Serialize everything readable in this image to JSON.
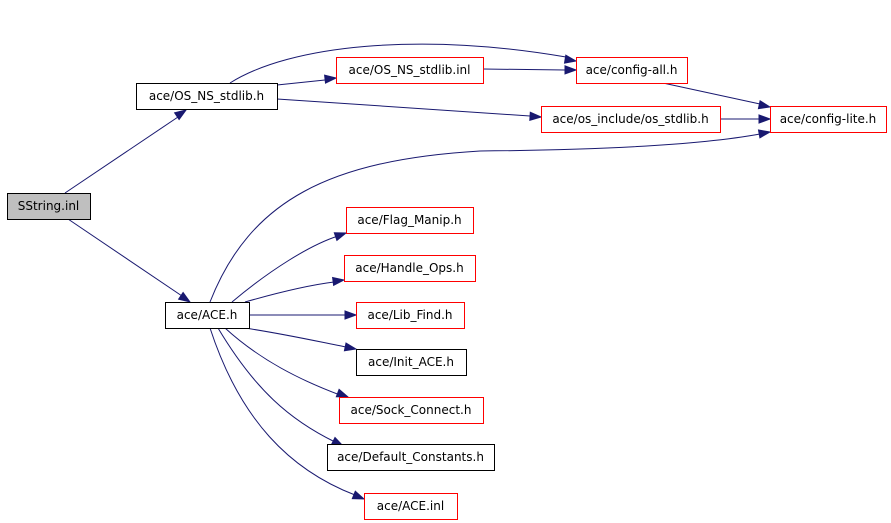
{
  "colors": {
    "edge": "#191970",
    "border_external": "#ff0000",
    "border_internal": "#000000",
    "fill_root": "#bfbfbf",
    "fill_default": "#ffffff"
  },
  "nodes": {
    "sstring_inl": {
      "label": "SString.inl",
      "style": "root"
    },
    "os_ns_stdlib_h": {
      "label": "ace/OS_NS_stdlib.h",
      "style": "internal"
    },
    "os_ns_stdlib_inl": {
      "label": "ace/OS_NS_stdlib.inl",
      "style": "external"
    },
    "config_all_h": {
      "label": "ace/config-all.h",
      "style": "external"
    },
    "os_include_os_stdlib_h": {
      "label": "ace/os_include/os_stdlib.h",
      "style": "external"
    },
    "config_lite_h": {
      "label": "ace/config-lite.h",
      "style": "external"
    },
    "ace_h": {
      "label": "ace/ACE.h",
      "style": "internal"
    },
    "flag_manip_h": {
      "label": "ace/Flag_Manip.h",
      "style": "external"
    },
    "handle_ops_h": {
      "label": "ace/Handle_Ops.h",
      "style": "external"
    },
    "lib_find_h": {
      "label": "ace/Lib_Find.h",
      "style": "external"
    },
    "init_ace_h": {
      "label": "ace/Init_ACE.h",
      "style": "internal"
    },
    "sock_connect_h": {
      "label": "ace/Sock_Connect.h",
      "style": "external"
    },
    "default_constants_h": {
      "label": "ace/Default_Constants.h",
      "style": "internal"
    },
    "ace_inl": {
      "label": "ace/ACE.inl",
      "style": "external"
    }
  },
  "edges": [
    {
      "from": "sstring_inl",
      "to": "os_ns_stdlib_h"
    },
    {
      "from": "sstring_inl",
      "to": "ace_h"
    },
    {
      "from": "os_ns_stdlib_h",
      "to": "os_ns_stdlib_inl"
    },
    {
      "from": "os_ns_stdlib_h",
      "to": "config_all_h"
    },
    {
      "from": "os_ns_stdlib_h",
      "to": "os_include_os_stdlib_h"
    },
    {
      "from": "os_ns_stdlib_inl",
      "to": "config_all_h"
    },
    {
      "from": "config_all_h",
      "to": "config_lite_h"
    },
    {
      "from": "os_include_os_stdlib_h",
      "to": "config_lite_h"
    },
    {
      "from": "ace_h",
      "to": "config_lite_h"
    },
    {
      "from": "ace_h",
      "to": "flag_manip_h"
    },
    {
      "from": "ace_h",
      "to": "handle_ops_h"
    },
    {
      "from": "ace_h",
      "to": "lib_find_h"
    },
    {
      "from": "ace_h",
      "to": "init_ace_h"
    },
    {
      "from": "ace_h",
      "to": "sock_connect_h"
    },
    {
      "from": "ace_h",
      "to": "default_constants_h"
    },
    {
      "from": "ace_h",
      "to": "ace_inl"
    }
  ]
}
